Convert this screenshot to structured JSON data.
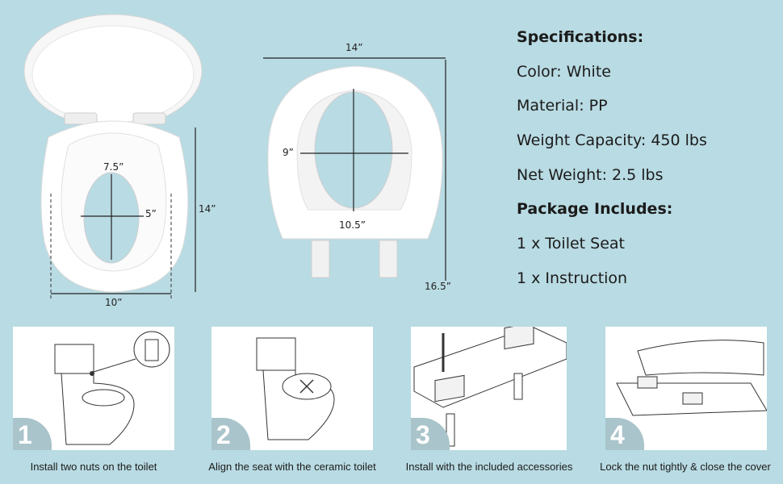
{
  "figure1": {
    "height_label": "7.5”",
    "width_label": "5”",
    "side_label": "14”",
    "bottom_label": "10”"
  },
  "figure2": {
    "top_label": "14”",
    "inner_width_label": "9”",
    "inner_length_label": "10.5”",
    "side_label": "16.5”"
  },
  "specs": {
    "heading": "Specifications:",
    "color": "Color: White",
    "material": "Material: PP",
    "weight_capacity": "Weight Capacity: 450 lbs",
    "net_weight": "Net Weight: 2.5 lbs",
    "package_heading": "Package Includes:",
    "item1": "1 x Toilet Seat",
    "item2": "1 x Instruction"
  },
  "steps": [
    {
      "number": "1",
      "caption": "Install two nuts on the toilet"
    },
    {
      "number": "2",
      "caption": "Align the seat with the ceramic toilet"
    },
    {
      "number": "3",
      "caption": "Install with the included accessories"
    },
    {
      "number": "4",
      "caption": "Lock the nut tightly & close the cover"
    }
  ]
}
